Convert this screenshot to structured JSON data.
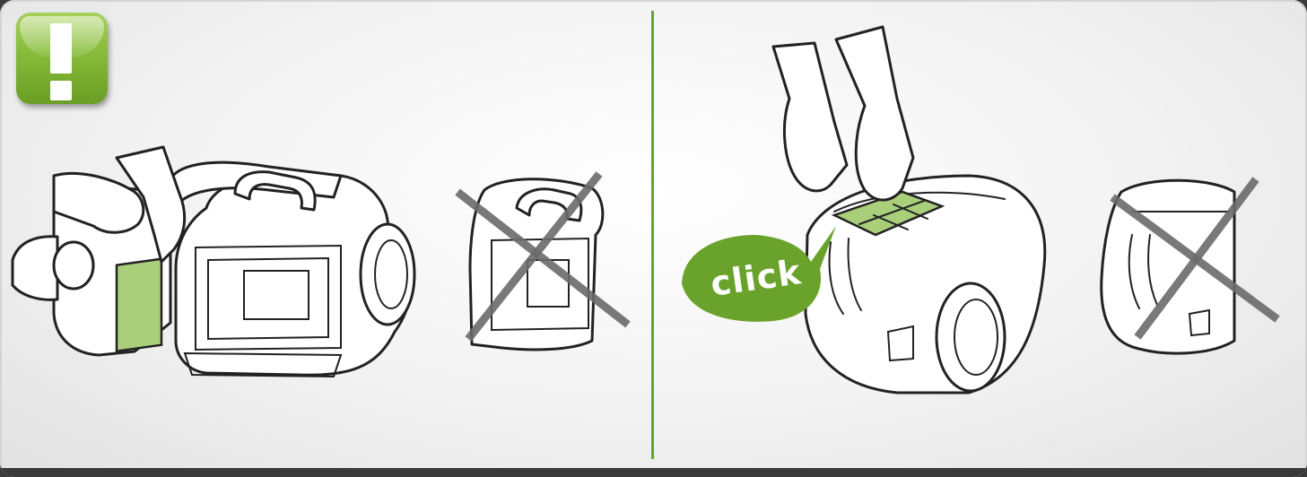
{
  "warning_icon": {
    "symbol": "!",
    "color": "#86bb3a"
  },
  "panels": [
    {
      "name": "left",
      "correct_view": "open-filter-removal",
      "incorrect_view": "crossed-out"
    },
    {
      "name": "right",
      "correct_view": "filter-insertion",
      "incorrect_view": "crossed-out"
    }
  ],
  "callout": {
    "text": "click",
    "color": "#6aa32b"
  },
  "colors": {
    "accent": "#6aa32b",
    "filter": "#a9cf7b",
    "cross": "#6b6b6b",
    "line": "#222222"
  }
}
